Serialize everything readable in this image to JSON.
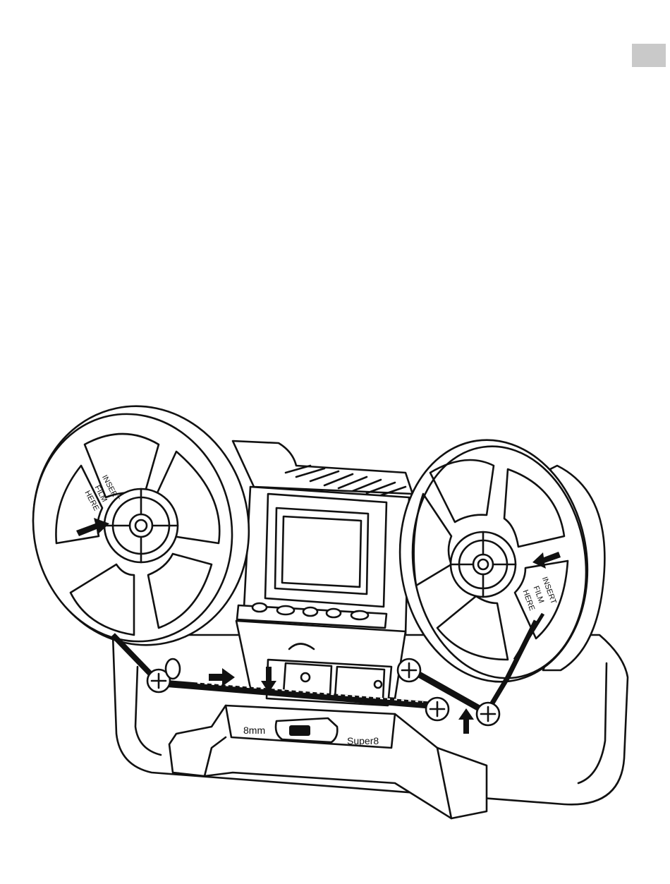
{
  "colors": {
    "page_background": "#ffffff",
    "line_art": "#111111",
    "tab_grey": "#c9c9c9"
  },
  "labels": {
    "mode_left": "8mm",
    "mode_right": "Super8",
    "left_reel_insert": [
      "INSERT",
      "FILM",
      "HERE"
    ],
    "right_reel_insert": [
      "INSERT",
      "FILM",
      "HERE"
    ]
  },
  "icons": [
    "page-tab-marker",
    "film-scanner-illustration",
    "thread-direction-arrows"
  ]
}
